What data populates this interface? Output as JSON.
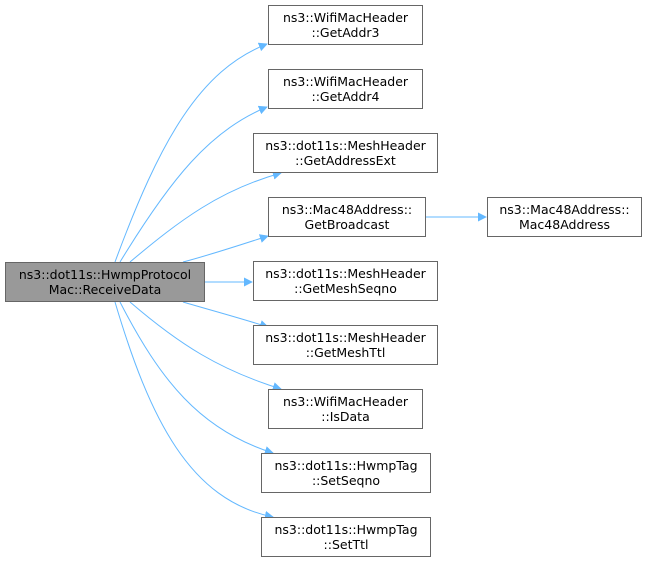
{
  "graph": {
    "edge_color": "#63b8ff",
    "root": {
      "line1": "ns3::dot11s::HwmpProtocol",
      "line2": "Mac::ReceiveData",
      "fill": "#999999"
    },
    "callees": [
      {
        "line1": "ns3::WifiMacHeader",
        "line2": "::GetAddr3"
      },
      {
        "line1": "ns3::WifiMacHeader",
        "line2": "::GetAddr4"
      },
      {
        "line1": "ns3::dot11s::MeshHeader",
        "line2": "::GetAddressExt"
      },
      {
        "line1": "ns3::Mac48Address::",
        "line2": "GetBroadcast"
      },
      {
        "line1": "ns3::dot11s::MeshHeader",
        "line2": "::GetMeshSeqno"
      },
      {
        "line1": "ns3::dot11s::MeshHeader",
        "line2": "::GetMeshTtl"
      },
      {
        "line1": "ns3::WifiMacHeader",
        "line2": "::IsData"
      },
      {
        "line1": "ns3::dot11s::HwmpTag",
        "line2": "::SetSeqno"
      },
      {
        "line1": "ns3::dot11s::HwmpTag",
        "line2": "::SetTtl"
      }
    ],
    "secondary": {
      "line1": "ns3::Mac48Address::",
      "line2": "Mac48Address"
    }
  }
}
